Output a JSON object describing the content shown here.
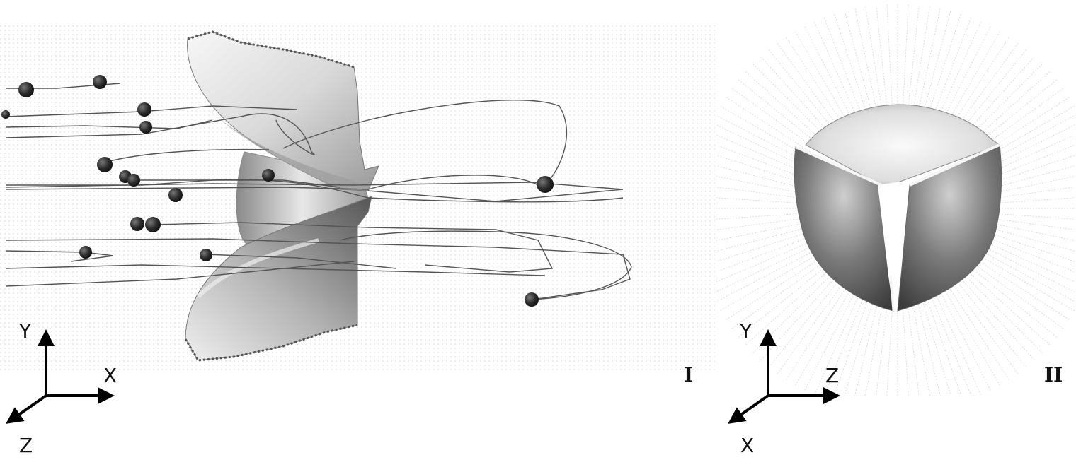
{
  "panels": [
    {
      "id": "I",
      "label": "I",
      "axes": {
        "vertical": "Y",
        "horizontal": "X",
        "depth": "Z"
      }
    },
    {
      "id": "II",
      "label": "II",
      "axes": {
        "vertical": "Y",
        "horizontal": "Z",
        "depth": "X"
      }
    }
  ],
  "colors": {
    "background": "#ffffff",
    "grid_dots": "#cfcfcf",
    "leaflet_light": "#f2f2f2",
    "leaflet_dark": "#5a5a5a",
    "pathlines": "#555555",
    "particles": "#1f1f1f",
    "axes": "#000000"
  }
}
